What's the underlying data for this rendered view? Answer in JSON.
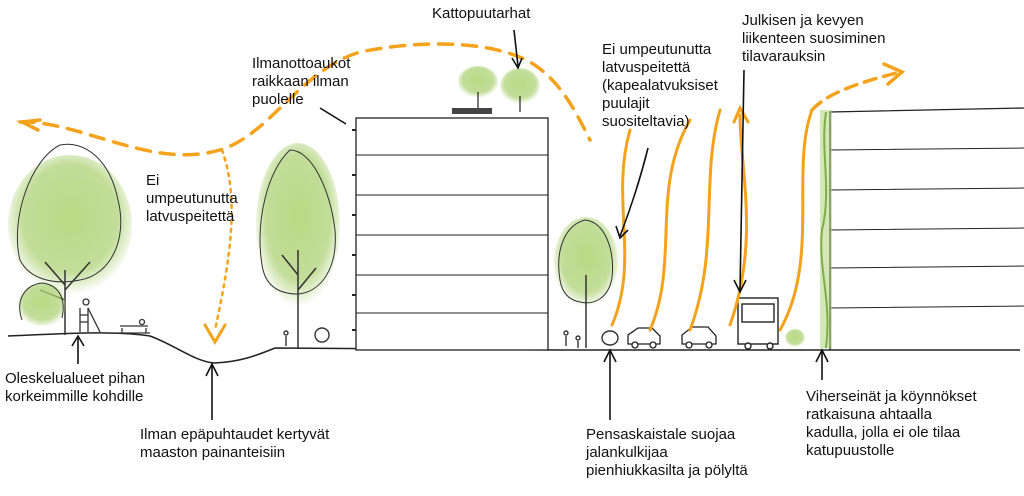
{
  "labels": {
    "kattopuutarhat": "Kattopuutarhat",
    "ilmanottoaukot": "Ilmanottoaukot\nraikkaan ilman\npuolelle",
    "latvus_kapea": "Ei umpeutunutta\nlatvuspeitettä\n(kapealatvuksiset\npuulajit\nsuositeltavia)",
    "liikenne": "Julkisen ja kevyen\nliikenteen suosiminen\ntilavarauksin",
    "latvus": "Ei\numpeutunutta\nlatvuspeitettä",
    "oleskelu": "Oleskelualueet pihan\nkorkeimmille kohdille",
    "painanne": "Ilman epäpuhtaudet kertyvät\nmaaston painanteisiin",
    "pensas": "Pensaskaistale suojaa\njalankulkijaa\npienhiukkasilta ja pölyltä",
    "viherseinat": "Viherseinät ja köynnökset\nratkaisuna ahtaalla\nkadulla, jolla ei ole tilaa\nkatupuustolle"
  },
  "colors": {
    "airflow": "#f4a21c",
    "foliage": "#a9cf6e",
    "foliage_dark": "#7fae48",
    "ink": "#222222"
  }
}
